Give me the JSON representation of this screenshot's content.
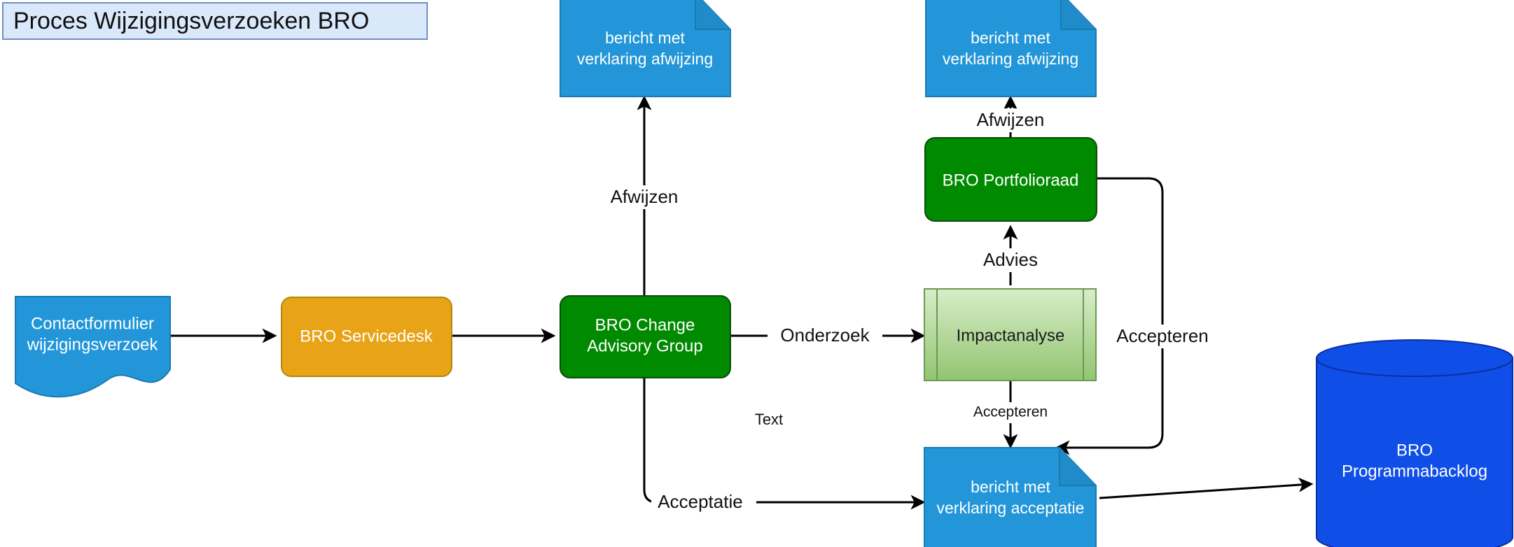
{
  "diagram": {
    "title": "Proces Wijzigingsverzoeken BRO",
    "title_bg": "#dae8fc",
    "title_border": "#7190c0",
    "nodes": {
      "contactformulier": {
        "label_line1": "Contactformulier",
        "label_line2": "wijzigingsverzoek",
        "shape": "document",
        "fill": "#2296d8",
        "stroke": "#1a7bb0",
        "text_color": "#ffffff"
      },
      "servicedesk": {
        "label": "BRO Servicedesk",
        "shape": "rounded-rect",
        "fill": "#e8a317",
        "stroke": "#b8860b",
        "text_color": "#ffffff"
      },
      "cag": {
        "label_line1": "BRO Change",
        "label_line2": "Advisory Group",
        "shape": "rounded-rect",
        "fill": "#008a00",
        "stroke": "#0a4d0a",
        "text_color": "#ffffff"
      },
      "impactanalyse": {
        "label": "Impactanalyse",
        "shape": "predefined-process",
        "fill_top": "#d5ebc3",
        "fill_bottom": "#92c471",
        "stroke": "#6d9952",
        "text_color": "#1a1a1a"
      },
      "portfolioraad": {
        "label": "BRO Portfolioraad",
        "shape": "rounded-rect",
        "fill": "#008a00",
        "stroke": "#0a4d0a",
        "text_color": "#ffffff"
      },
      "afwijzing_note_left": {
        "label_line1": "bericht met",
        "label_line2": "verklaring afwijzing",
        "shape": "note",
        "fill": "#2296d8",
        "stroke": "#1a7bb0",
        "text_color": "#ffffff"
      },
      "afwijzing_note_right": {
        "label_line1": "bericht met",
        "label_line2": "verklaring afwijzing",
        "shape": "note",
        "fill": "#2296d8",
        "stroke": "#1a7bb0",
        "text_color": "#ffffff"
      },
      "acceptatie_note": {
        "label_line1": "bericht met",
        "label_line2": "verklaring acceptatie",
        "shape": "note",
        "fill": "#2296d8",
        "stroke": "#1a7bb0",
        "text_color": "#ffffff"
      },
      "programmabacklog": {
        "label_line1": "BRO",
        "label_line2": "Programmabacklog",
        "shape": "cylinder",
        "fill": "#0f4fe8",
        "stroke": "#0b2f9e",
        "text_color": "#ffffff"
      }
    },
    "edge_labels": {
      "afwijzen_cag": "Afwijzen",
      "afwijzen_portfolioraad": "Afwijzen",
      "onderzoek": "Onderzoek",
      "advies": "Advies",
      "accepteren_impactanalyse": "Accepteren",
      "accepteren_portfolioraad": "Accepteren",
      "acceptatie": "Acceptatie",
      "stray_text": "Text"
    }
  }
}
